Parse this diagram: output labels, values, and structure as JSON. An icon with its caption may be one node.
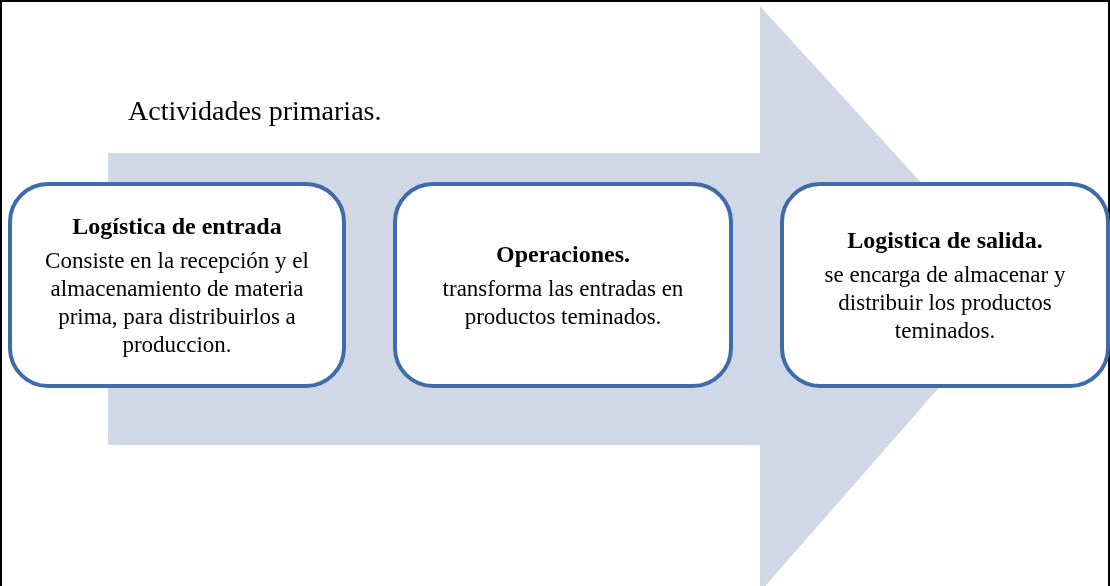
{
  "diagram": {
    "nodes": [
      {
        "text": [
          "Logística de entrada",
          "Consiste en la recepción y el almacenamiento de materia prima, para distribuirlos a produccion."
        ]
      },
      {
        "text": [
          "Operaciones.",
          "transforma las entradas en productos teminados."
        ]
      },
      {
        "text": [
          "Logistica de salida.",
          "se encarga de almacenar y distribuir los productos teminados."
        ]
      }
    ],
    "edges": [
      {
        "from": 0,
        "to": 2,
        "arrow": "to",
        "style": "thick"
      }
    ],
    "labels": [
      "Actividades primarias."
    ]
  }
}
